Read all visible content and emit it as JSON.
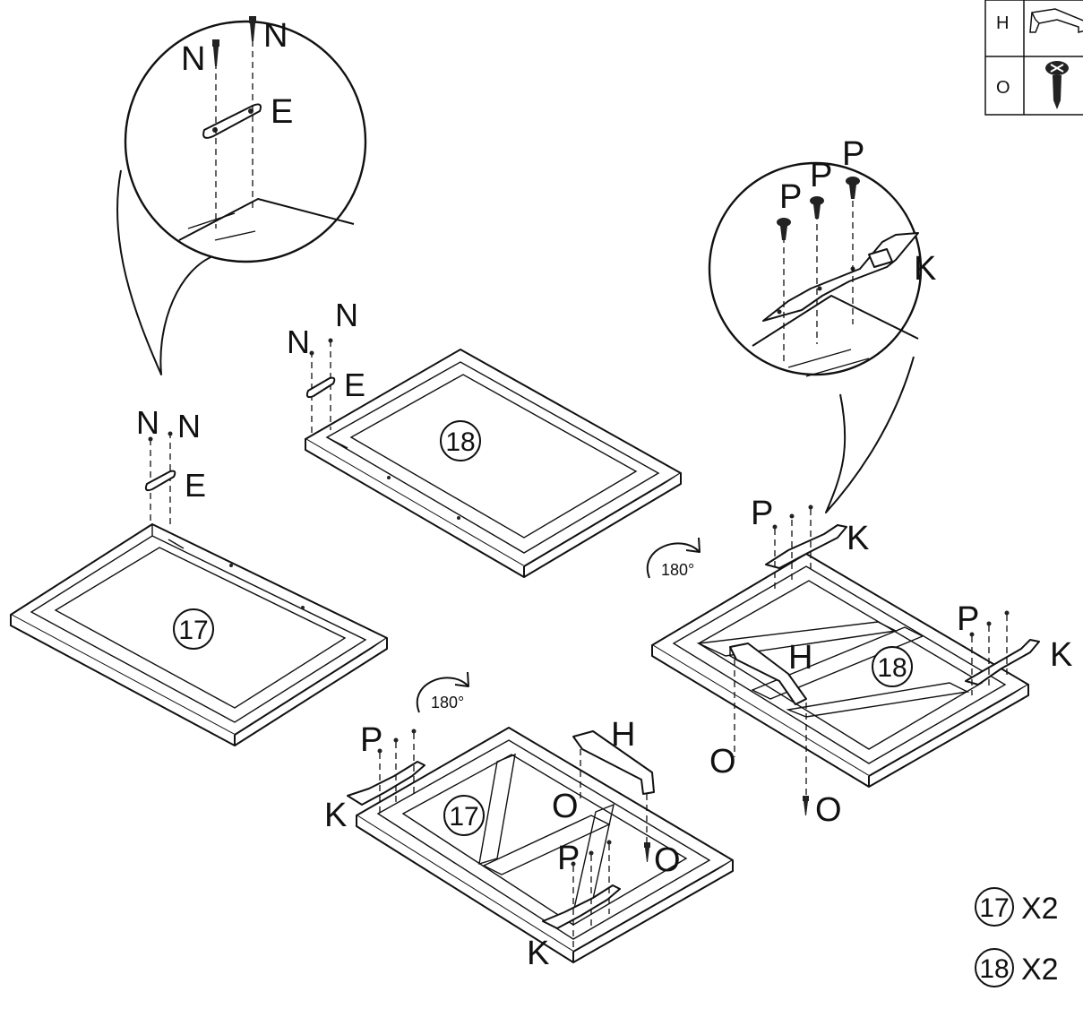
{
  "legend": {
    "rows": [
      {
        "code": "H",
        "icon": "handle-icon"
      },
      {
        "code": "O",
        "icon": "screw-icon"
      }
    ]
  },
  "labels": {
    "N": "N",
    "E": "E",
    "P": "P",
    "K": "K",
    "H": "H",
    "O": "O"
  },
  "parts": {
    "p17": "17",
    "p18": "18"
  },
  "rotation": "180°",
  "quantities": [
    {
      "part": "17",
      "qty": "X2"
    },
    {
      "part": "18",
      "qty": "X2"
    }
  ],
  "colors": {
    "ink": "#111111",
    "paper": "#ffffff"
  }
}
